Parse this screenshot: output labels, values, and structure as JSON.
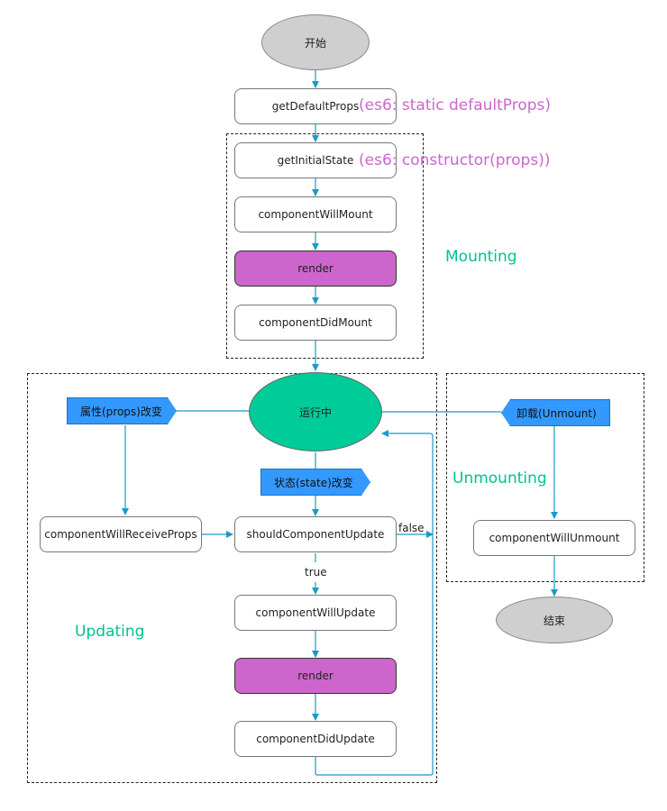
{
  "nodes": {
    "start": "开始",
    "get_default_props": "getDefaultProps",
    "get_initial_state": "getInitialState",
    "component_will_mount": "componentWillMount",
    "render_mount": "render",
    "component_did_mount": "componentDidMount",
    "running": "运行中",
    "props_change": "属性(props)改变",
    "unmount": "卸载(Unmount)",
    "state_change": "状态(state)改变",
    "component_will_receive_props": "componentWillReceiveProps",
    "should_component_update": "shouldComponentUpdate",
    "component_will_update": "componentWillUpdate",
    "render_update": "render",
    "component_did_update": "componentDidUpdate",
    "component_will_unmount": "componentWillUnmount",
    "end": "结束"
  },
  "notes": {
    "es6_default_props": "(es6: static defaultProps)",
    "es6_constructor": "(es6: constructor(props))"
  },
  "phases": {
    "mounting": "Mounting",
    "updating": "Updating",
    "unmounting": "Unmounting"
  },
  "edge_labels": {
    "false_label": "false",
    "true_label": "true"
  },
  "colors": {
    "arrow": "#1a9bc4",
    "render_fill": "#cc66cc",
    "running_fill": "#00cc99",
    "tag_fill": "#3399ff",
    "phase_text": "#00c28f",
    "note_text": "#cc66cc"
  }
}
